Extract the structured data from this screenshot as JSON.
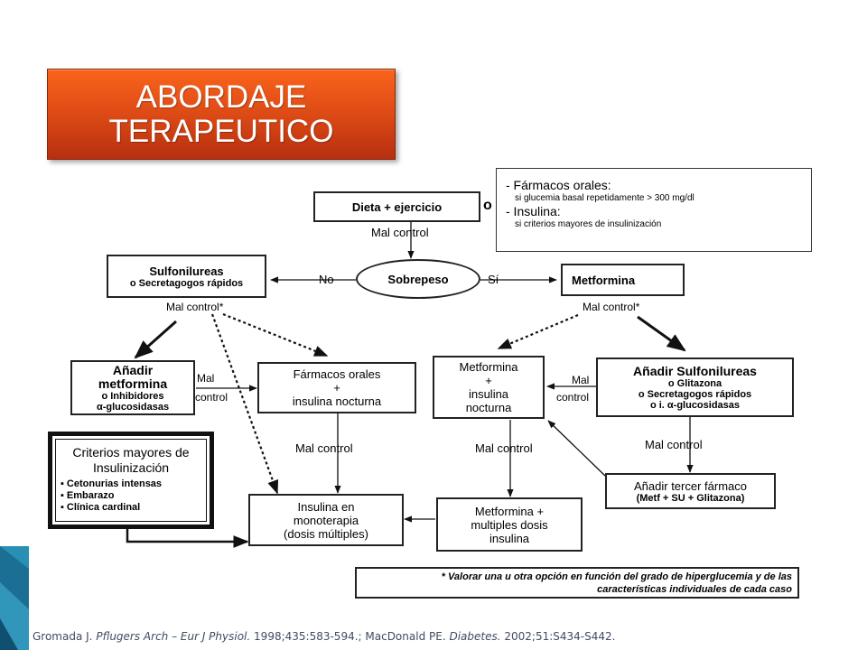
{
  "title": {
    "line1": "ABORDAJE",
    "line2": "TERAPEUTICO"
  },
  "info": {
    "line1": "- Fármacos orales:",
    "line1_sub": "si glucemia basal repetidamente > 300 mg/dl",
    "line2": "- Insulina:",
    "line2_sub": "si criterios mayores de insulinización"
  },
  "nodes": {
    "diet": "Dieta + ejercicio",
    "diet_suffix": "o",
    "sobrepeso": "Sobrepeso",
    "sulfo_title": "Sulfonilureas",
    "sulfo_sub": "o Secretagogos rápidos",
    "metformina": "Metformina",
    "add_met_1": "Añadir",
    "add_met_2": "metformina",
    "add_met_3": "o Inhibidores",
    "add_met_4": "α-glucosidasas",
    "oral_night_1": "Fármacos orales",
    "oral_night_2": "+",
    "oral_night_3": "insulina nocturna",
    "met_night_1": "Metformina",
    "met_night_2": "+",
    "met_night_3": "insulina",
    "met_night_4": "nocturna",
    "add_sulfo_1": "Añadir Sulfonilureas",
    "add_sulfo_2": "o Glitazona",
    "add_sulfo_3": "o Secretagogos rápidos",
    "add_sulfo_4": "o i. α-glucosidasas",
    "third_1": "Añadir tercer fármaco",
    "third_2": "(Metf + SU + Glitazona)",
    "mono_1": "Insulina en",
    "mono_2": "monoterapia",
    "mono_3": "(dosis múltiples)",
    "met_multi_1": "Metformina +",
    "met_multi_2": "multiples dosis",
    "met_multi_3": "insulina"
  },
  "criteria": {
    "heading_1": "Criterios mayores de",
    "heading_2": "Insulinización",
    "items": [
      "Cetonurias intensas",
      "Embarazo",
      "Clínica cardinal"
    ]
  },
  "labels": {
    "mal_control_top": "Mal  control",
    "no": "No",
    "si": "Sí",
    "mal_control_left": "Mal  control*",
    "mal_control_right": "Mal  control*",
    "mal_1": "Mal",
    "control_1": "control",
    "mal_2": "Mal",
    "control_2": "control",
    "mal_control_mid_left": "Mal control",
    "mal_control_mid_right": "Mal control",
    "mal_control_lower_right": "Mal  control"
  },
  "note": {
    "line1": "* Valorar una u otra opción en función del grado de hiperglucemia y de las",
    "line2": "características individuales de cada caso"
  },
  "citation": {
    "author1": "Gromada J.",
    "journal1": "Pflugers Arch – Eur J Physiol.",
    "rest1": " 1998;435:583-594.; MacDonald PE.",
    "journal2": "Diabetes.",
    "rest2": " 2002;51:S434-S442."
  },
  "colors": {
    "title_top": "#f9641b",
    "title_bottom": "#b72f0f",
    "sidebar": "#1e7fa6"
  }
}
